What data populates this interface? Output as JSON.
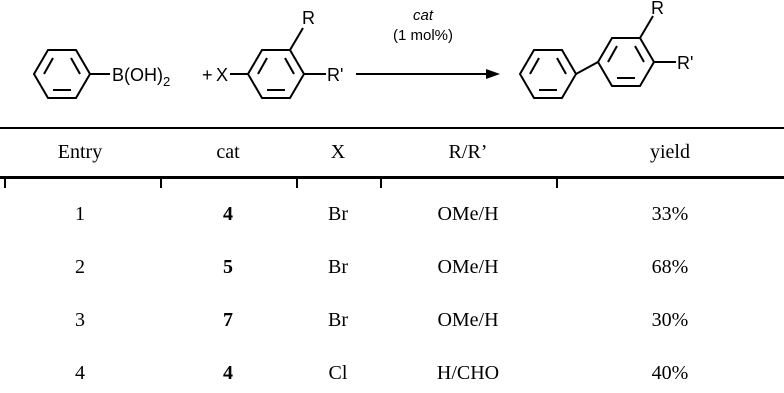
{
  "scheme": {
    "boronic_group": "B(OH)",
    "boronic_subscript": "2",
    "plus": "+",
    "leaving_group": "X",
    "sub_r": "R",
    "sub_rprime": "R'",
    "arrow_label_cat": "cat",
    "arrow_label_loading": "(1 mol%)",
    "prod_r": "R",
    "prod_rprime": "R'"
  },
  "table": {
    "headers": [
      "Entry",
      "cat",
      "X",
      "R/R’",
      "yield"
    ],
    "rows": [
      [
        "1",
        "4",
        "Br",
        "OMe/H",
        "33%"
      ],
      [
        "2",
        "5",
        "Br",
        "OMe/H",
        "68%"
      ],
      [
        "3",
        "7",
        "Br",
        "OMe/H",
        "30%"
      ],
      [
        "4",
        "4",
        "Cl",
        "H/CHO",
        "40%"
      ]
    ]
  }
}
